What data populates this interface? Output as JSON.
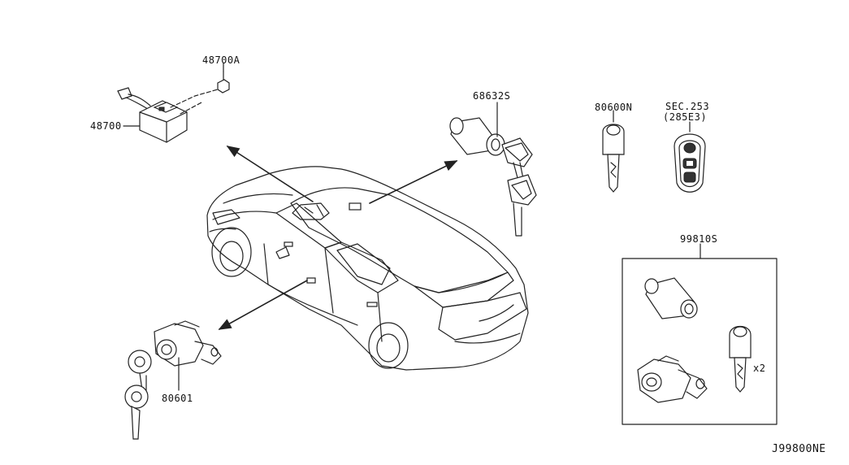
{
  "parts": {
    "p48700A": "48700A",
    "p48700": "48700",
    "p68632S": "68632S",
    "p80600N": "80600N",
    "sec_line1": "SEC.253",
    "sec_line2": "(285E3)",
    "p99810S": "99810S",
    "qty": "x2",
    "p80601": "80601"
  },
  "diagram_id": "J99800NE"
}
